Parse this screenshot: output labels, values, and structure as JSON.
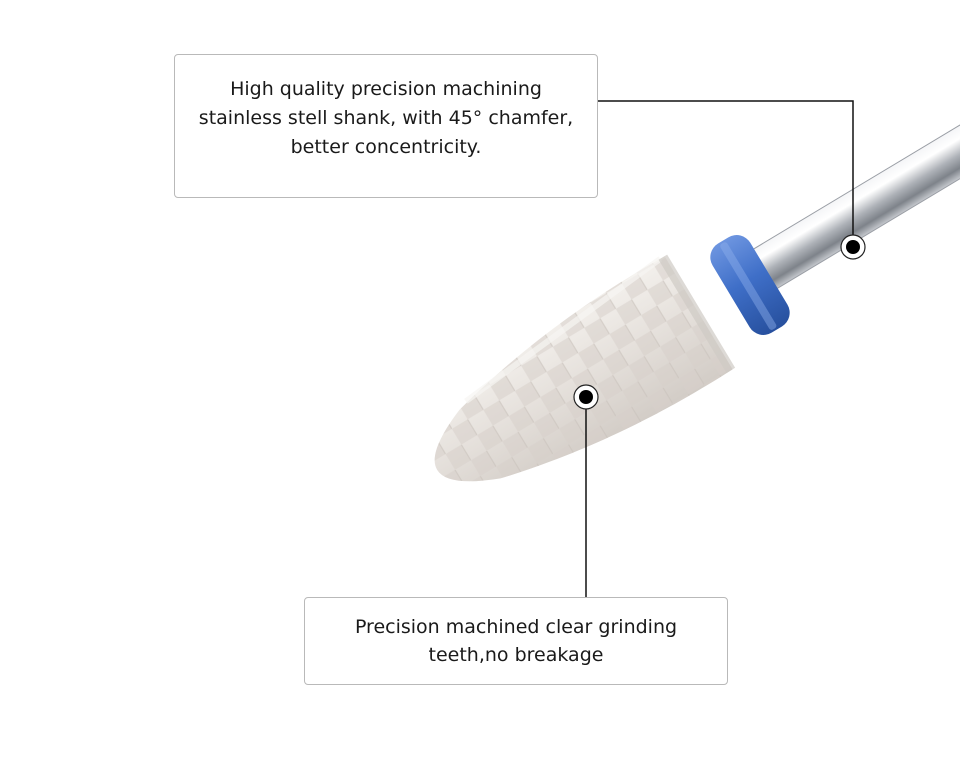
{
  "callouts": {
    "shank": {
      "lines": [
        "High quality precision machining",
        "stainless stell shank, with 45° chamfer,",
        "better concentricity."
      ]
    },
    "teeth": {
      "lines": [
        "Precision machined clear grinding",
        "teeth,no breakage"
      ]
    }
  },
  "colors": {
    "background": "#ffffff",
    "ceramic_head": "#e6e1dc",
    "ring": "#3f6fc8",
    "shank": "#b8bcc2",
    "leader_line": "#111111",
    "box_border": "#b9b9b9"
  },
  "icons": {
    "product": "nail-drill-bit-image",
    "marker": "target-dot-icon"
  }
}
